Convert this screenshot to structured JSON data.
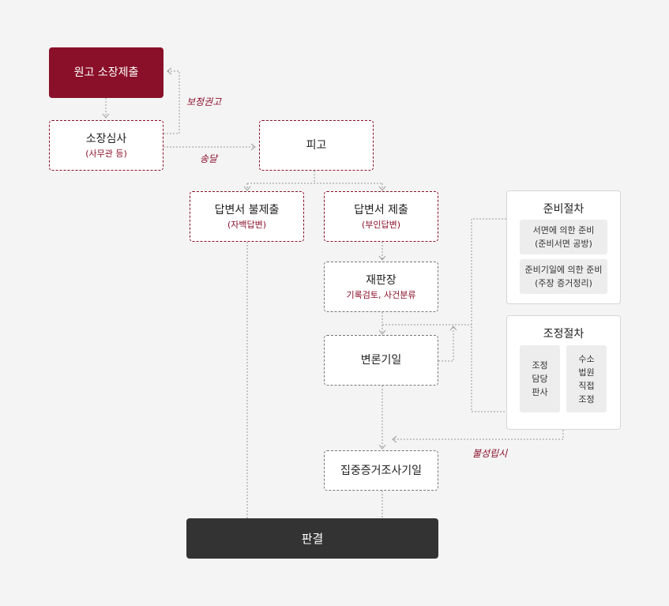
{
  "nodes": {
    "submit": "원고 소장제출",
    "review": {
      "title": "소장심사",
      "sub": "(사무관 등)"
    },
    "defendant": "피고",
    "no_answer": {
      "title": "답변서 불제출",
      "sub": "(자백답변)"
    },
    "answer": {
      "title": "답변서 제출",
      "sub": "(부인답변)"
    },
    "presiding": {
      "title": "재판장",
      "sub": "기록검토, 사건분류"
    },
    "pleading": "변론기일",
    "evidence": "집중증거조사기일",
    "judgment": "판결"
  },
  "edge_labels": {
    "amend": "보정권고",
    "delivery": "송달",
    "failure": "불성립시"
  },
  "prep_panel": {
    "title": "준비절차",
    "items": [
      {
        "line1": "서면에 의한 준비",
        "line2": "(준비서면 공방)"
      },
      {
        "line1": "준비기일에 의한 준비",
        "line2": "(주장 증거정리)"
      }
    ]
  },
  "mediation_panel": {
    "title": "조정절차",
    "items": [
      [
        "조정",
        "담당",
        "판사"
      ],
      [
        "수소",
        "법원",
        "직접",
        "조정"
      ]
    ]
  },
  "colors": {
    "accent": "#8a1029",
    "dark": "#333333",
    "background": "#f4f4f4"
  }
}
